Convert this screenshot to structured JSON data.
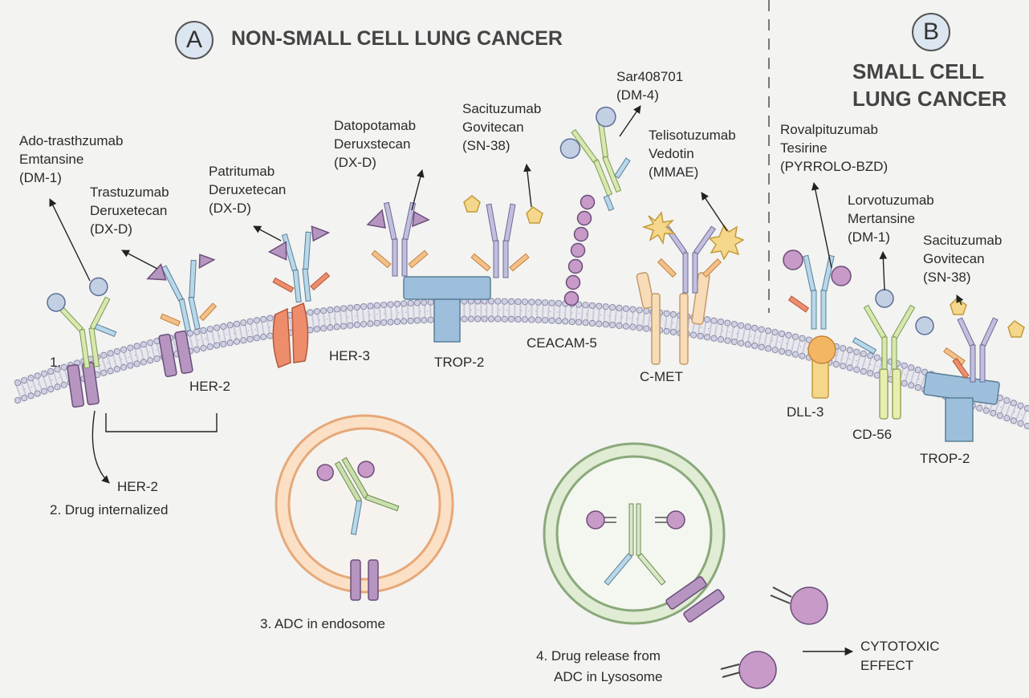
{
  "panel_a": {
    "letter": "A",
    "title": "NON-SMALL CELL LUNG CANCER"
  },
  "panel_b": {
    "letter": "B",
    "title_line1": "SMALL CELL",
    "title_line2": "LUNG CANCER"
  },
  "adcs": [
    {
      "lines": [
        "Ado-trasthzumab",
        "Emtansine",
        "(DM-1)"
      ]
    },
    {
      "lines": [
        "Trastuzumab",
        "Deruxetecan",
        "(DX-D)"
      ]
    },
    {
      "lines": [
        "Patritumab",
        "Deruxetecan",
        "(DX-D)"
      ]
    },
    {
      "lines": [
        "Datopotamab",
        "Deruxstecan",
        "(DX-D)"
      ]
    },
    {
      "lines": [
        "Sacituzumab",
        "Govitecan",
        "(SN-38)"
      ]
    },
    {
      "lines": [
        "Sar408701",
        "(DM-4)"
      ]
    },
    {
      "lines": [
        "Telisotuzumab",
        "Vedotin",
        "(MMAE)"
      ]
    },
    {
      "lines": [
        "Rovalpituzumab",
        "Tesirine",
        "(PYRROLO-BZD)"
      ]
    },
    {
      "lines": [
        "Lorvotuzumab",
        "Mertansine",
        "(DM-1)"
      ]
    },
    {
      "lines": [
        "Sacituzumab",
        "Govitecan",
        "(SN-38)"
      ]
    }
  ],
  "receptors": [
    "HER-2",
    "HER-3",
    "TROP-2",
    "CEACAM-5",
    "C-MET",
    "DLL-3",
    "CD-56",
    "TROP-2"
  ],
  "steps": {
    "s1": "1.",
    "s2_target": "HER-2",
    "s2": "2. Drug internalized",
    "s3": "3. ADC in endosome",
    "s4_line1": "4. Drug release from",
    "s4_line2": "ADC in Lysosome",
    "effect_line1": "CYTOTOXIC",
    "effect_line2": "EFFECT"
  },
  "colors": {
    "background": "#f3f3f1",
    "membrane_head": "#c9c9dc",
    "receptor_purple": "#b695c0",
    "her3_orange": "#ee8d6c",
    "trop2_blue": "#9dbfdb",
    "payload_blue": "#c3cfe3",
    "payload_purple": "#c79ac8",
    "payload_yellow": "#f4d78a",
    "endosome": "#f9d2ad",
    "lysosome": "#dbe8cf"
  }
}
